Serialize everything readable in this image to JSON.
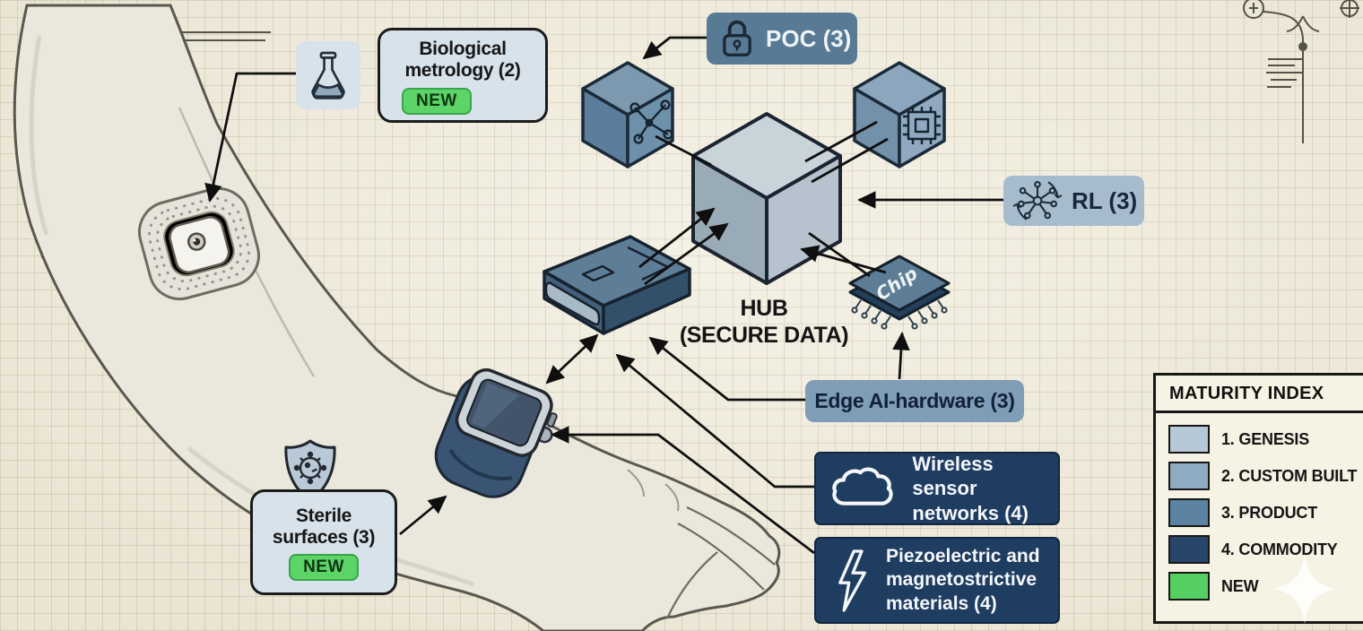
{
  "callouts": {
    "biological": {
      "text": "Biological metrology (2)",
      "badge": "NEW"
    },
    "poc": {
      "text": "POC (3)"
    },
    "rl": {
      "text": "RL (3)"
    },
    "hub": {
      "line1": "HUB",
      "line2": "(SECURE DATA)"
    },
    "edge_ai": {
      "text": "Edge AI-hardware (3)"
    },
    "wireless": {
      "text": "Wireless sensor networks (4)"
    },
    "piezo": {
      "text": "Piezoelectric and magnetostrictive materials (4)"
    },
    "sterile": {
      "text": "Sterile surfaces (3)",
      "badge": "NEW"
    },
    "chip": {
      "text": "Chip"
    }
  },
  "legend": {
    "title": "MATURITY INDEX",
    "items": [
      {
        "label": "1. GENESIS",
        "color": "#b6c8d6"
      },
      {
        "label": "2. CUSTOM BUILT",
        "color": "#8fabc2"
      },
      {
        "label": "3. PRODUCT",
        "color": "#5c83a2"
      },
      {
        "label": "4. COMMODITY",
        "color": "#27466a"
      },
      {
        "label": "NEW",
        "color": "#55cf61"
      }
    ]
  },
  "colors": {
    "new_badge": "#5dd468",
    "dark_navy": "#1f3c61",
    "callout_blue": "#d8e2eb",
    "poc_blue": "#587a94",
    "custom_blue": "#7f9db7",
    "rl_blue": "#a6bccd"
  },
  "icons": [
    "flask-icon",
    "lock-icon",
    "rl-network-icon",
    "cloud-icon",
    "lightning-icon",
    "shield-virus-icon",
    "molecule-icon",
    "chip-icon"
  ]
}
